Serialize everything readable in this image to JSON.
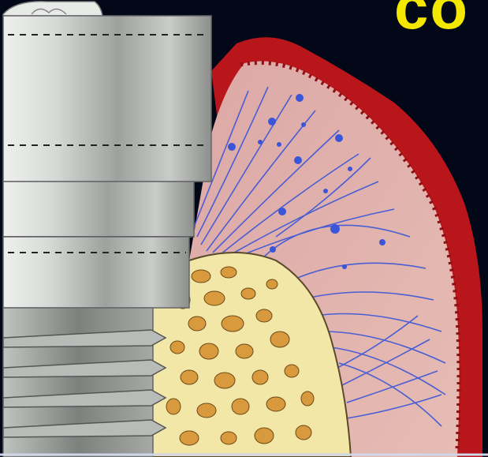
{
  "slide": {
    "title_fragment": "co",
    "colors": {
      "background": "#030818",
      "title": "#f5e800",
      "implant_metal": "#c8ccc8",
      "gingiva_epithelium": "#b8161a",
      "connective_tissue": "#e2b4ae",
      "collagen_fibers": "#3a55d8",
      "bone": "#f3e7a8",
      "bone_marrow_spaces": "#d89a3c"
    }
  },
  "diagram": {
    "parts": [
      {
        "name": "implant-abutment-cap",
        "icon": "implant-cap-icon"
      },
      {
        "name": "implant-collar",
        "icon": "implant-collar-icon"
      },
      {
        "name": "implant-threads",
        "icon": "implant-threads-icon"
      },
      {
        "name": "gingival-epithelium",
        "icon": "epithelium-icon"
      },
      {
        "name": "connective-tissue",
        "icon": "connective-tissue-icon"
      },
      {
        "name": "collagen-fibers",
        "icon": "fibers-icon"
      },
      {
        "name": "blood-vessels",
        "icon": "vessel-dots-icon"
      },
      {
        "name": "alveolar-bone",
        "icon": "bone-icon"
      }
    ]
  }
}
